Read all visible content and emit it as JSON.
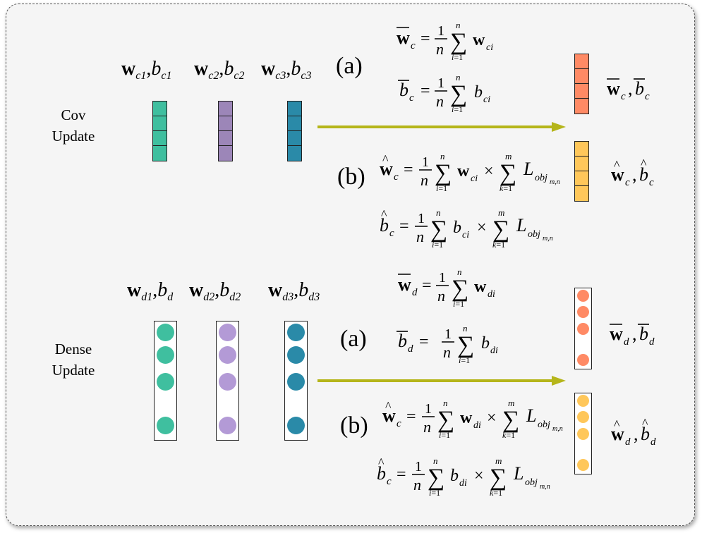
{
  "rows": {
    "cov_title": "Cov\nUpdate",
    "dense_title": "Dense\nUpdate"
  },
  "cov": {
    "params": [
      {
        "w": "w",
        "wsub": "c1",
        "b": "b",
        "bsub": "c1",
        "color": "#3fbf9f"
      },
      {
        "w": "w",
        "wsub": "c2",
        "b": "b",
        "bsub": "c2",
        "color": "#9c86b8"
      },
      {
        "w": "w",
        "wsub": "c3",
        "b": "b",
        "bsub": "c3",
        "color": "#2a8aa8"
      }
    ],
    "tag_a": "(a)",
    "tag_b": "(b)",
    "result_a": {
      "label": "w̄c , b̄c",
      "color": "#ff8a65"
    },
    "result_b": {
      "label": "ŵc , b̂c",
      "color": "#ffc75a"
    },
    "eq_a1": "w̄c = 1/n Σ(i=1..n) wci",
    "eq_a2": "b̄c = 1/n Σ(i=1..n) bci",
    "eq_b1": "ŵc = 1/n Σ(i=1..n) wci × Σ(k=1..m) Lobj m,n",
    "eq_b2": "b̂c = 1/n Σ(i=1..n) bci × Σ(k=1..m) Lobj m,n"
  },
  "dense": {
    "params": [
      {
        "w": "w",
        "wsub": "d1",
        "b": "b",
        "bsub": "d",
        "color": "#3fbf9f"
      },
      {
        "w": "w",
        "wsub": "d2",
        "b": "b",
        "bsub": "d2",
        "color": "#b39ad6"
      },
      {
        "w": "w",
        "wsub": "d3",
        "b": "b",
        "bsub": "d3",
        "color": "#2a8aa8"
      }
    ],
    "tag_a": "(a)",
    "tag_b": "(b)",
    "result_a": {
      "label": "w̄d , b̄d",
      "color": "#ff8a65"
    },
    "result_b": {
      "label": "ŵd , b̂d",
      "color": "#ffc75a"
    },
    "eq_a1": "w̄d = 1/n Σ(i=1..n) wdi",
    "eq_a2": "b̄d = 1/n Σ(i=1..n) bdi",
    "eq_b1": "ŵc = 1/n Σ(i=1..n) wdi × Σ(k=1..m) Lobj m,n",
    "eq_b2": "b̂c = 1/n Σ(i=1..n) bdi × Σ(k=1..m) Lobj m,n"
  },
  "arrow_color": "#b5b51a"
}
